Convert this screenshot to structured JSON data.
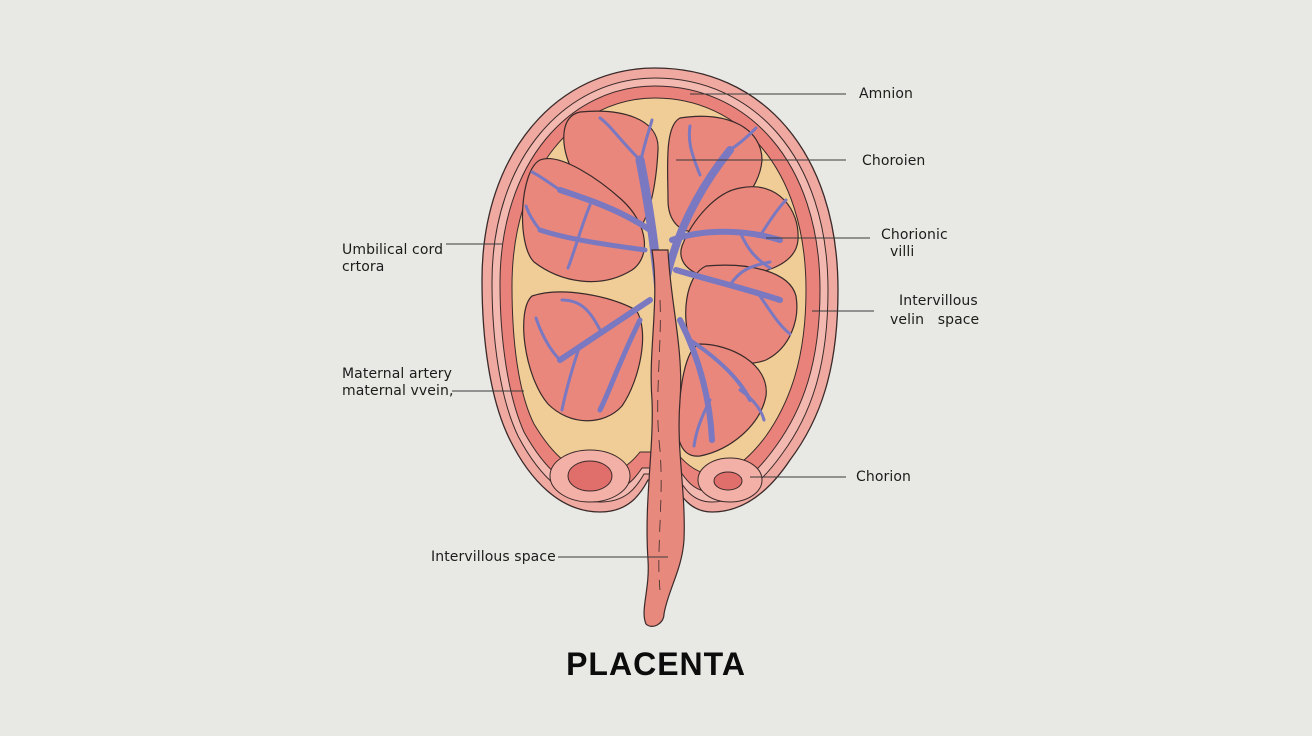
{
  "title": "PLACENTA",
  "labels": {
    "amnion": "Amnion",
    "choroien": "Choroien",
    "chorionic_villi_1": "Chorionic",
    "chorionic_villi_2": "villi",
    "intervillous_vein_1": "Intervillous",
    "intervillous_vein_2": "velin   space",
    "chorion": "Chorion",
    "umbilical_1": "Umbilical cord",
    "umbilical_2": "crtora",
    "maternal_1": "Maternal artery",
    "maternal_2": "maternal vvein,",
    "intervillous_space": "Intervillous space"
  },
  "colors": {
    "background": "#e8e8e4",
    "outer_layer": "#f0a9a0",
    "inner_layer": "#e8827a",
    "yellow_space": "#f0cc96",
    "lobule": "#e9877c",
    "vessels": "#7a78c0",
    "cord": "#e8897e",
    "outline": "#3a2a2a"
  }
}
